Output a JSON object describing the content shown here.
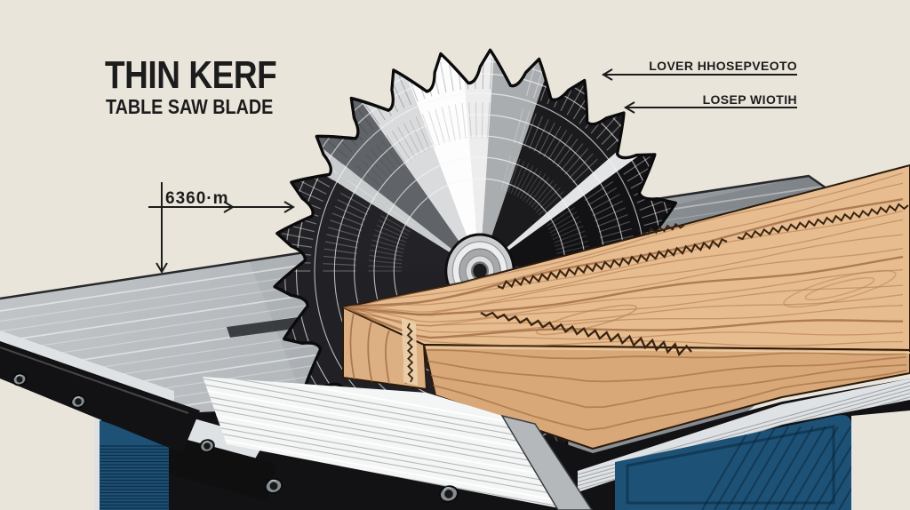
{
  "title": {
    "line1": "THIN KERF",
    "line2": "TABLE SAW BLADE"
  },
  "annotations": {
    "measurement": {
      "label": "6360·m"
    },
    "callout1": {
      "label": "LOVER HHOSEPVEOTO"
    },
    "callout2": {
      "label": "LOSEP WIOTIH"
    }
  },
  "palette": {
    "background": "#eae5db",
    "ink": "#1c1c1c",
    "table-light": "#b7bbbe",
    "table-dark": "#8d9296",
    "steel-black": "#121214",
    "silver": "#dfe2e4",
    "rail-white": "#f4f5f5",
    "wood-top": "#e7bd90",
    "wood-front": "#d8a878",
    "wood-end": "#ddb083",
    "wood-grain": "#b07a4e",
    "wood-grain-dark": "#96603a",
    "kerf": "#3a2411",
    "blue": "#1d5176",
    "blue-dark": "#0f334d",
    "blade-dark": "#151518",
    "blade-light": "#ffffff"
  }
}
